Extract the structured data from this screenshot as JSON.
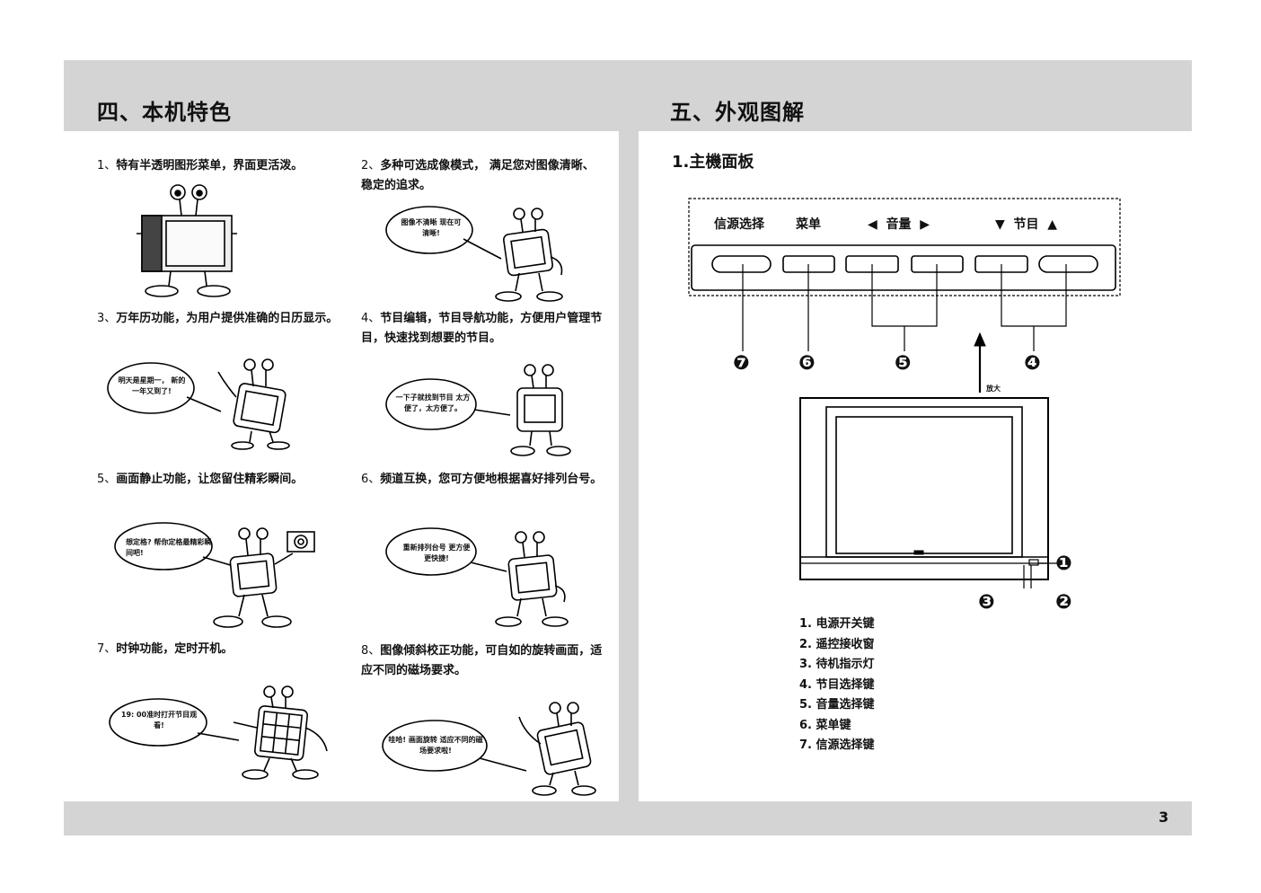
{
  "left": {
    "title": "四、本机特色",
    "features": [
      {
        "num": "1、",
        "text": "特有半透明图形菜单，界面更活泼。",
        "bubble": ""
      },
      {
        "num": "2、",
        "text": "多种可选成像模式， 满足您对图像清晰、稳定的追求。",
        "bubble": "图像不清晰 现在可清晰!"
      },
      {
        "num": "3、",
        "text": "万年历功能，为用户提供准确的日历显示。",
        "bubble": "明天是星期一， 新的一年又到了!"
      },
      {
        "num": "4、",
        "text": "节目编辑，节目导航功能，方便用户管理节目，快速找到想要的节目。",
        "bubble": "一下子就找到节目 太方便了，太方便了。"
      },
      {
        "num": "5、",
        "text": "画面静止功能，让您留住精彩瞬间。",
        "bubble": "想定格? 帮你定格最精彩瞬间吧!"
      },
      {
        "num": "6、",
        "text": "频道互换，您可方便地根据喜好排列台号。",
        "bubble": "重新排列台号 更方便更快捷!"
      },
      {
        "num": "7、",
        "text": "时钟功能，定时开机。",
        "bubble": "19: 00准时打开节目观看!"
      },
      {
        "num": "8、",
        "text": "图像倾斜校正功能，可自如的旋转画面，适应不同的磁场要求。",
        "bubble": "哇哈! 画面旋转 适应不同的磁场要求啦!"
      }
    ]
  },
  "right": {
    "title": "五、外观图解",
    "subtitle": "1.主機面板",
    "panel_labels": {
      "source": "信源选择",
      "menu": "菜单",
      "volume": "音量",
      "program": "节目"
    },
    "callouts": [
      "❶",
      "❷",
      "❸",
      "❹",
      "❺",
      "❻",
      "❼"
    ],
    "arrow_label": "放大",
    "legend": [
      "1. 电源开关键",
      "2. 遥控接收窗",
      "3. 待机指示灯",
      "4. 节目选择键",
      "5. 音量选择键",
      "6. 菜单键",
      "7. 信源选择键"
    ]
  },
  "page_number": "3"
}
